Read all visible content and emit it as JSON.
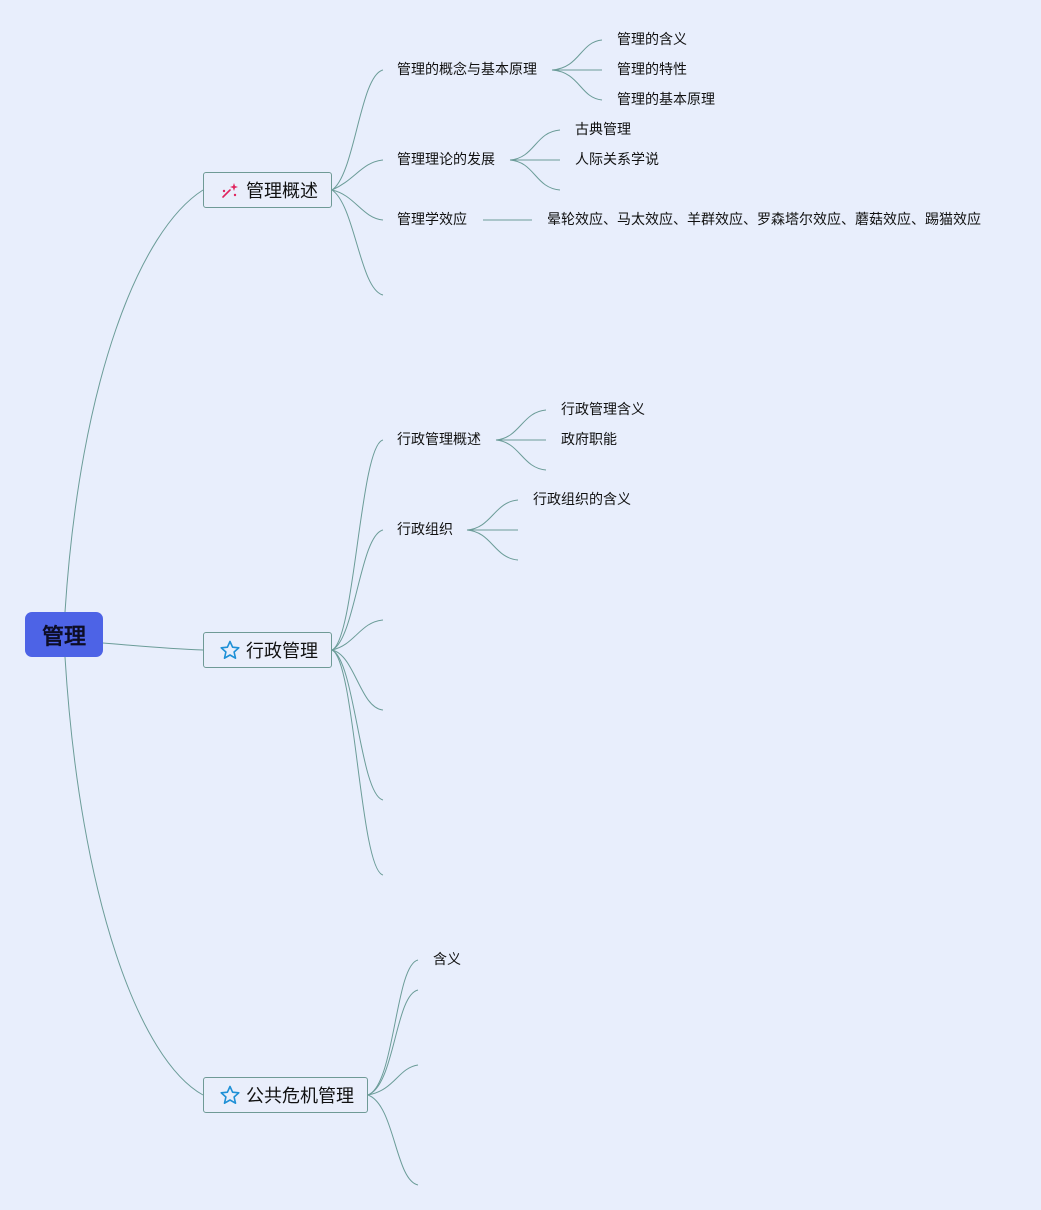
{
  "root": {
    "label": "管理"
  },
  "branches": [
    {
      "label": "管理概述",
      "icon": "sparkle-icon",
      "children": [
        {
          "label": "管理的概念与基本原理",
          "children": [
            "管理的含义",
            "管理的特性",
            "管理的基本原理"
          ]
        },
        {
          "label": "管理理论的发展",
          "children": [
            "古典管理",
            "人际关系学说"
          ]
        },
        {
          "label": "管理学效应",
          "children": [
            "晕轮效应、马太效应、羊群效应、罗森塔尔效应、蘑菇效应、踢猫效应"
          ]
        }
      ]
    },
    {
      "label": "行政管理",
      "icon": "star-outline-icon",
      "children": [
        {
          "label": "行政管理概述",
          "children": [
            "行政管理含义",
            "政府职能"
          ]
        },
        {
          "label": "行政组织",
          "children": [
            "行政组织的含义"
          ]
        }
      ]
    },
    {
      "label": "公共危机管理",
      "icon": "star-outline-icon",
      "children": [
        {
          "label": "含义",
          "children": []
        }
      ]
    }
  ],
  "colors": {
    "background": "#e8eefc",
    "root_fill": "#4d63e6",
    "connector": "#6b9c98",
    "sparkle_icon": "#e0245e",
    "star_icon": "#1e90d6"
  }
}
